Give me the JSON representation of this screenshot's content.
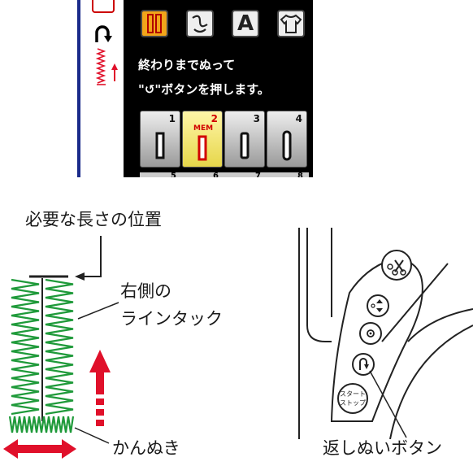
{
  "lcd": {
    "message_line1": "終わりまでぬって",
    "message_line2": "\"↺\"ボタンを押します。",
    "tabs": [
      {
        "name": "buttonhole-tab",
        "active": true
      },
      {
        "name": "decorative-tab",
        "active": false
      },
      {
        "name": "letter-tab",
        "label": "A",
        "active": false
      },
      {
        "name": "shirt-tab",
        "active": false
      }
    ],
    "keys": [
      {
        "number": "1",
        "mem": ""
      },
      {
        "number": "2",
        "mem": "MEM"
      },
      {
        "number": "3",
        "mem": ""
      },
      {
        "number": "4",
        "mem": ""
      }
    ],
    "partial_row_numbers": [
      "5",
      "6",
      "7",
      "8"
    ]
  },
  "annotations": {
    "required_length": "必要な長さの位置",
    "right_line_1": "右側の",
    "right_line_2": "ラインタック",
    "bartack": "かんぬき",
    "reverse_button": "返しぬいボタン"
  },
  "machine_buttons": {
    "start_stop_1": "スタート",
    "start_stop_2": "ストップ"
  },
  "colors": {
    "stitch_green": "#1f9a3a",
    "arrow_red": "#e0102a",
    "lcd_orange": "#f2a51a",
    "lcd_yellow": "#e6d64a"
  }
}
